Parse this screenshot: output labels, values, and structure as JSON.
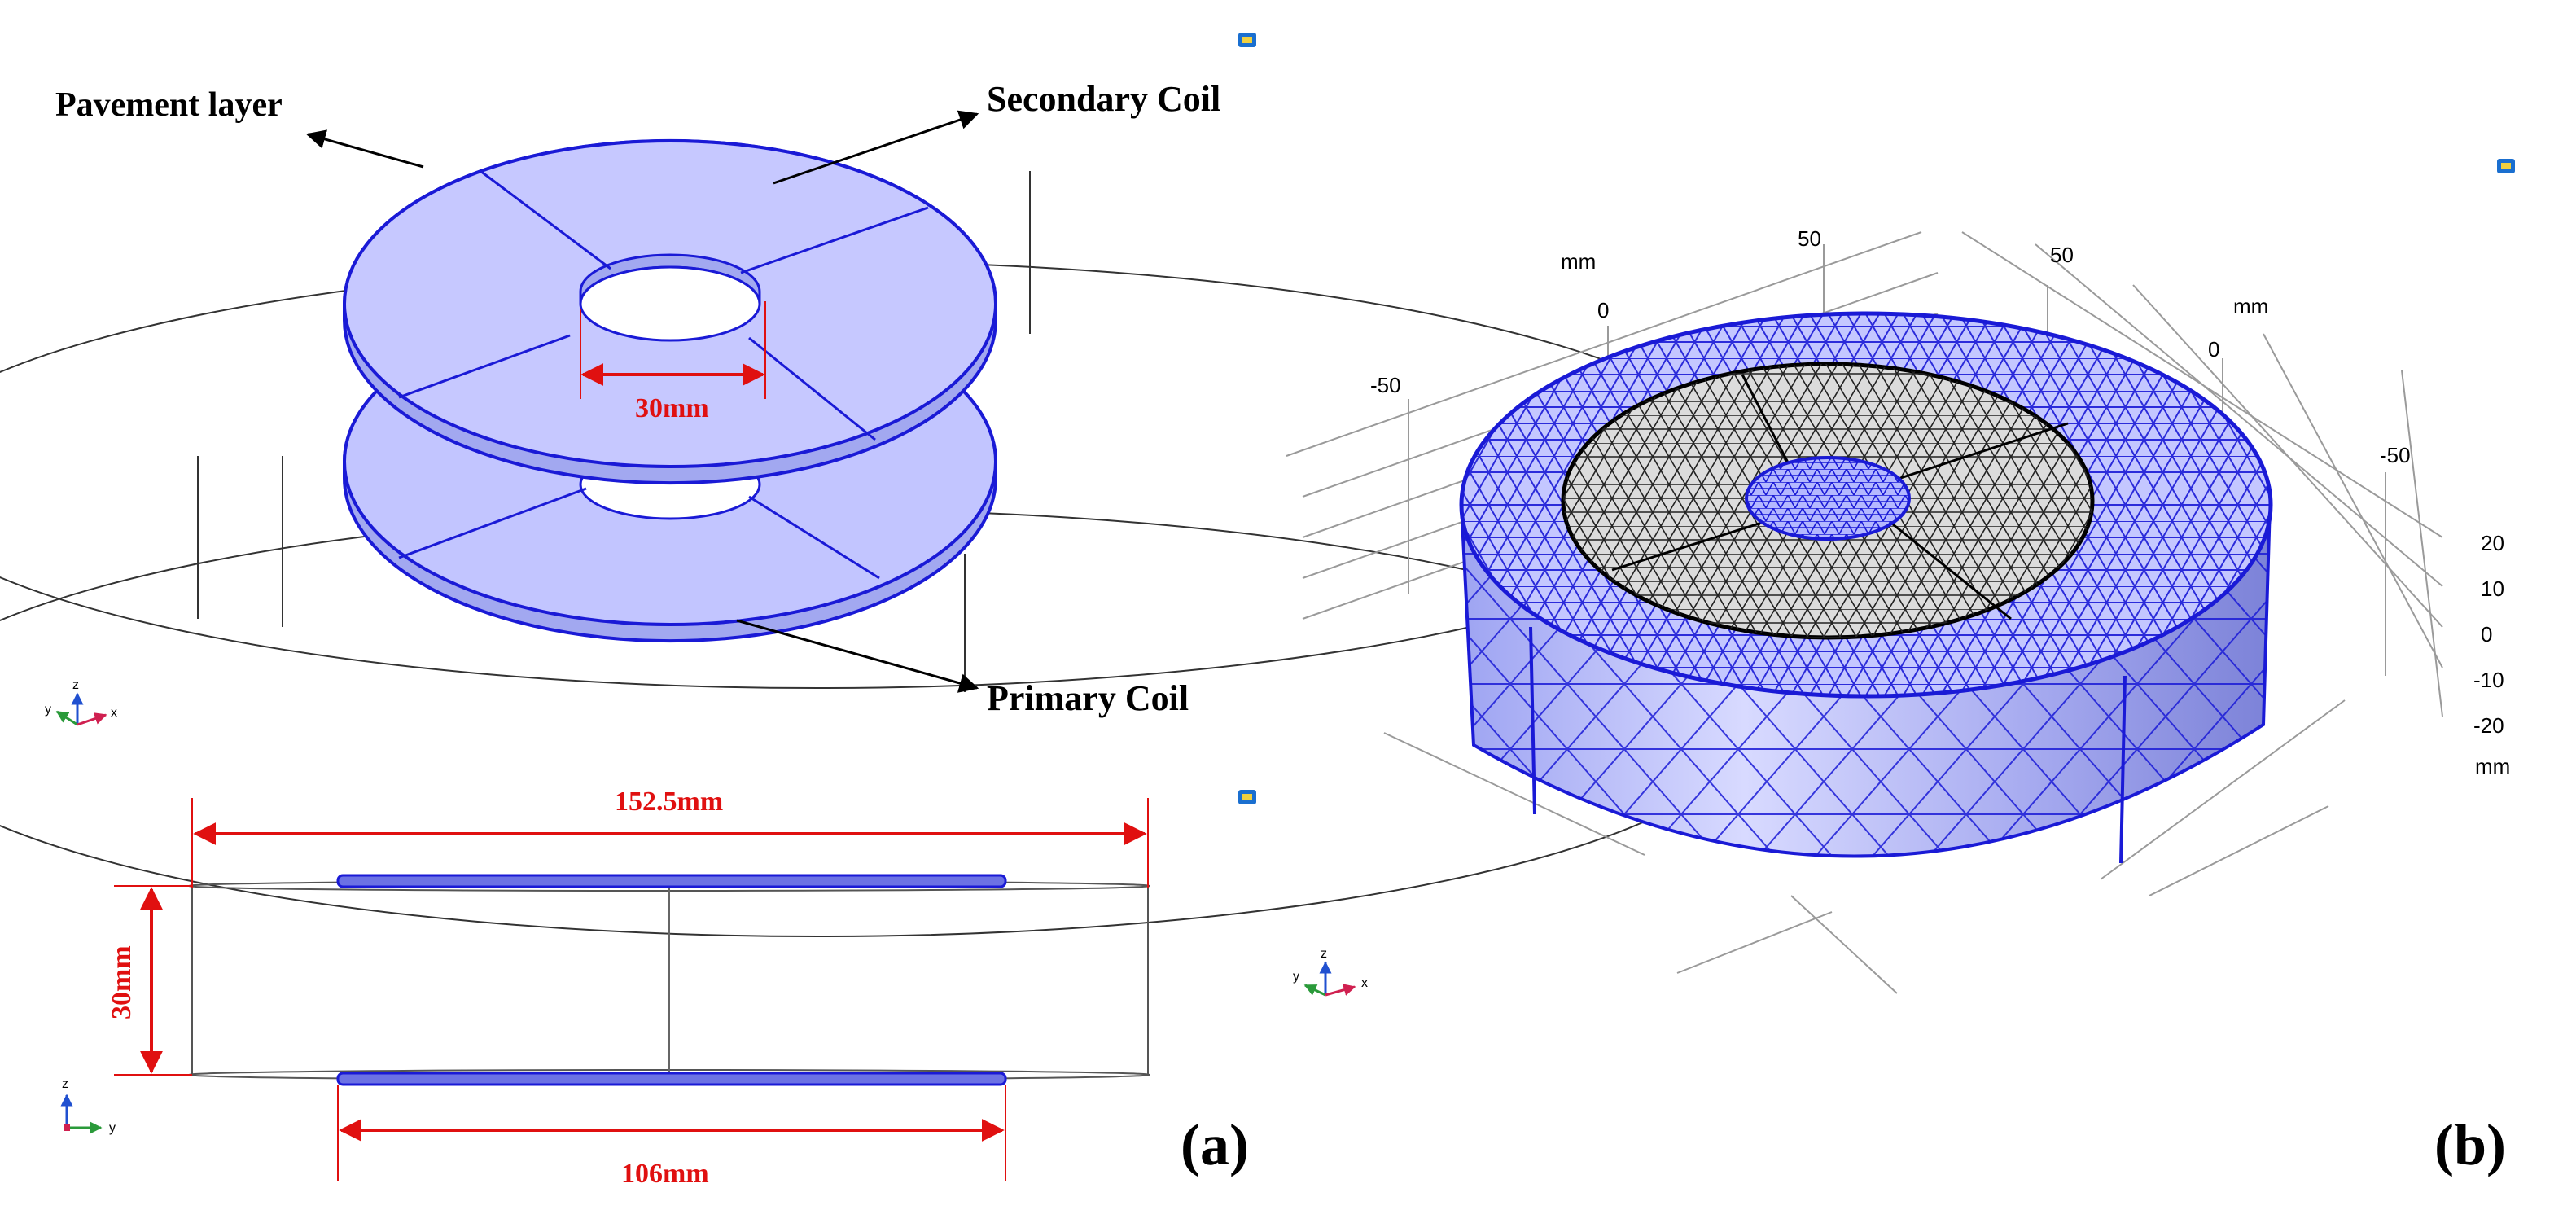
{
  "panel_a": {
    "labels": {
      "pavement": "Pavement layer",
      "secondary": "Secondary Coil",
      "primary": "Primary Coil",
      "hole_dim": "30mm",
      "width_dim": "152.5mm",
      "gap_dim": "30mm",
      "coil_dim": "106mm"
    },
    "axes_iso": {
      "z": "z",
      "y": "y",
      "x": "x"
    },
    "axes_side": {
      "z": "z",
      "y": "y"
    },
    "tag": "(a)"
  },
  "panel_b": {
    "ticks": {
      "mm_left": "mm",
      "t50_left": "50",
      "t0_left": "0",
      "tm50_left": "-50",
      "t50_right": "50",
      "mm_right": "mm",
      "t0_right": "0",
      "tm50_right": "-50",
      "z20": "20",
      "z10": "10",
      "z0": "0",
      "zm10": "-10",
      "zm20": "-20",
      "mm_z": "mm"
    },
    "axes": {
      "z": "z",
      "y": "y",
      "x": "x"
    },
    "tag": "(b)"
  },
  "colors": {
    "coil_fill": "#b8bcff",
    "coil_edge": "#1a1ad6",
    "dim_red": "#e01010",
    "mesh_black": "#000000",
    "mesh_grey": "#d9d9d9"
  }
}
